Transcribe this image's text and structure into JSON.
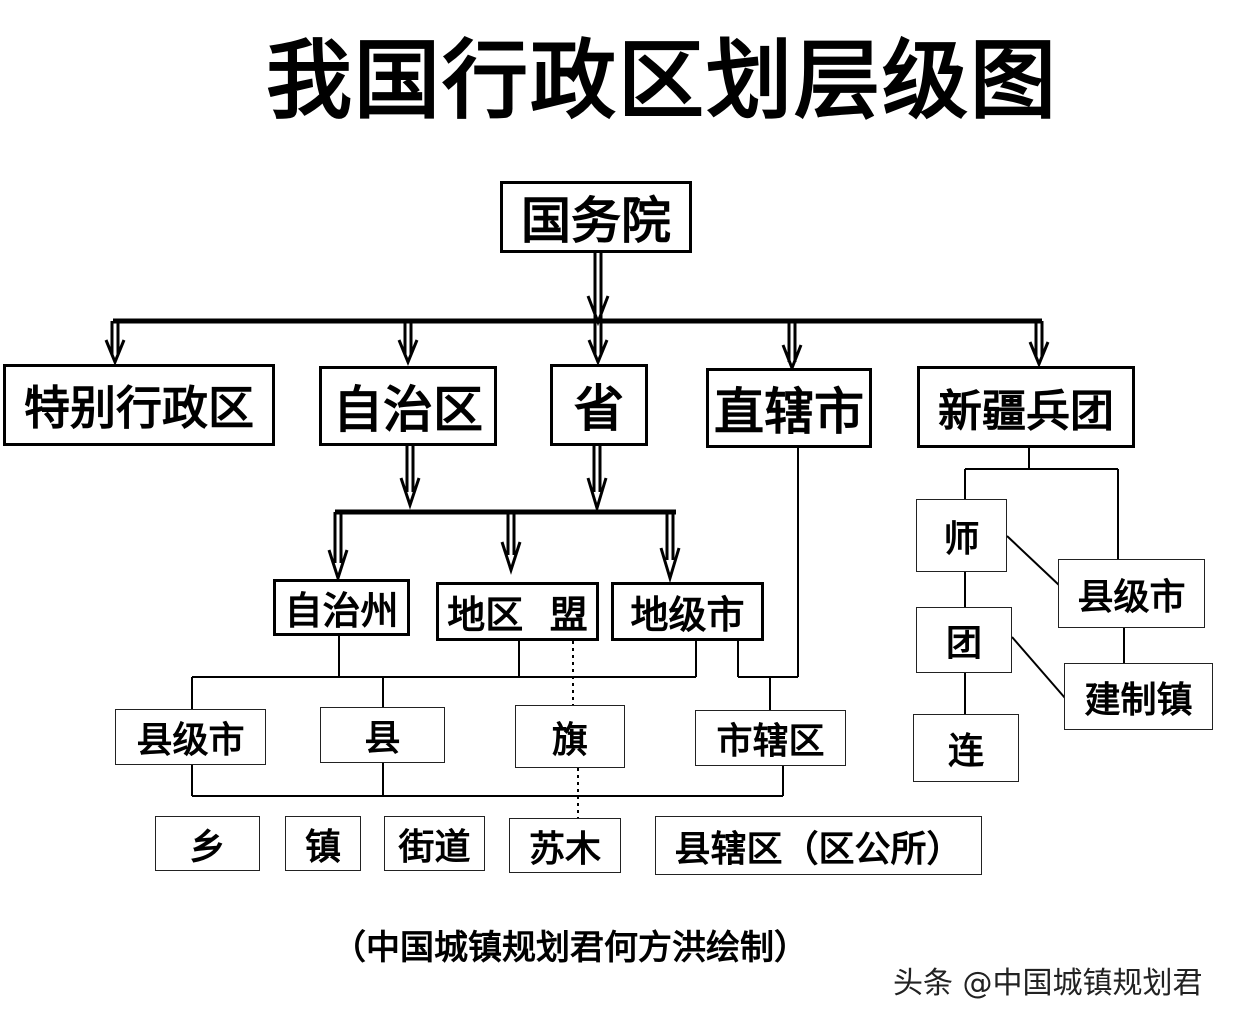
{
  "title": "我国行政区划层级图",
  "root": "国务院",
  "level1": {
    "sar": "特别行政区",
    "autonomous_region": "自治区",
    "province": "省",
    "municipality": "直辖市",
    "xinjiang_corps": "新疆兵团"
  },
  "level2": {
    "autonomous_prefecture": "自治州",
    "prefecture_league": "地区  盟",
    "prefecture_city": "地级市"
  },
  "level3": {
    "county_city": "县级市",
    "county": "县",
    "banner": "旗",
    "district": "市辖区"
  },
  "level4": {
    "township": "乡",
    "town": "镇",
    "subdistrict": "街道",
    "sumu": "苏木",
    "county_district": "县辖区（区公所）"
  },
  "corps": {
    "division": "师",
    "regiment": "团",
    "company": "连",
    "county_city": "县级市",
    "town": "建制镇"
  },
  "credit": "（中国城镇规划君何方洪绘制）",
  "watermark": "头条 @中国城镇规划君"
}
